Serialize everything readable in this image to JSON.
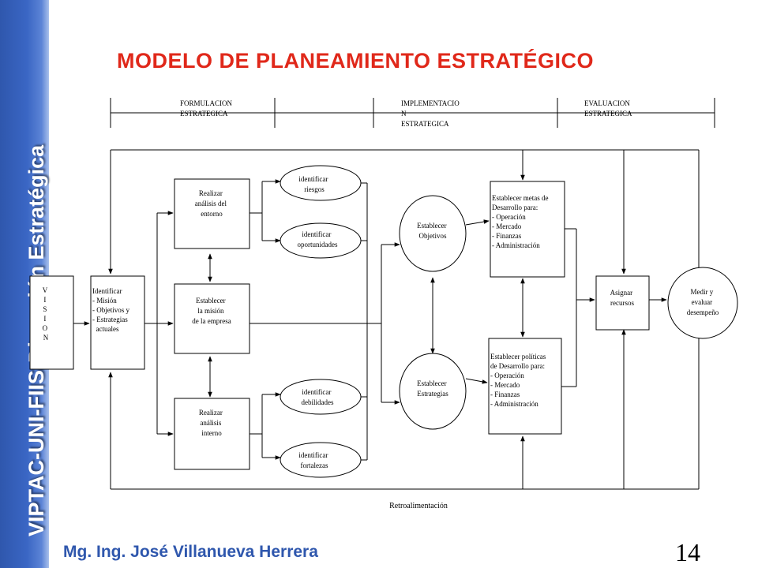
{
  "sidebar": {
    "text": "VIPTAC-UNI-FIIS-Dirección Estratégica"
  },
  "title": "MODELO DE PLANEAMIENTO ESTRATÉGICO",
  "phases": [
    {
      "lines": [
        "FORMULACION",
        "ESTRATEGICA"
      ]
    },
    {
      "lines": [
        "IMPLEMENTACIO",
        "N",
        "ESTRATEGICA"
      ]
    },
    {
      "lines": [
        "EVALUACION",
        "ESTRATEGICA"
      ]
    }
  ],
  "nodes": {
    "vision": {
      "lines": [
        "V",
        "I",
        "S",
        "I",
        "O",
        "N"
      ]
    },
    "identificar": {
      "lines": [
        "Identificar",
        "- Misión",
        "- Objetivos y",
        "- Estrategias",
        "  actuales"
      ]
    },
    "analisis_entorno": {
      "lines": [
        "Realizar",
        "análisis del",
        "entorno"
      ]
    },
    "mision": {
      "lines": [
        "Establecer",
        "la misión",
        "de la empresa"
      ]
    },
    "analisis_interno": {
      "lines": [
        "Realizar",
        "análisis",
        "interno"
      ]
    },
    "riesgos": {
      "lines": [
        "identificar",
        "riesgos"
      ]
    },
    "oportunidades": {
      "lines": [
        "identificar",
        "oportunidades"
      ]
    },
    "debilidades": {
      "lines": [
        "identificar",
        "debilidades"
      ]
    },
    "fortalezas": {
      "lines": [
        "identificar",
        "fortalezas"
      ]
    },
    "objetivos": {
      "lines": [
        "Establecer",
        "Objetivos"
      ]
    },
    "estrategias": {
      "lines": [
        "Establecer",
        "Estrategias"
      ]
    },
    "metas": {
      "lines": [
        "Establecer metas de",
        "Desarrollo para:",
        "- Operación",
        "- Mercado",
        "- Finanzas",
        "- Administración"
      ]
    },
    "politicas": {
      "lines": [
        "Establecer políticas",
        "de Desarrollo para:",
        "- Operación",
        "- Mercado",
        "- Finanzas",
        "- Administración"
      ]
    },
    "recursos": {
      "lines": [
        "Asignar",
        "recursos"
      ]
    },
    "desempeno": {
      "lines": [
        "Medir y",
        "evaluar",
        "desempeño"
      ]
    }
  },
  "feedback_label": "Retroalimentación",
  "footer": {
    "author": "Mg. Ing. José Villanueva Herrera",
    "page": "14"
  },
  "colors": {
    "sidebar": "#3a66c4",
    "title": "#e0281a",
    "author": "#2f57ad"
  }
}
